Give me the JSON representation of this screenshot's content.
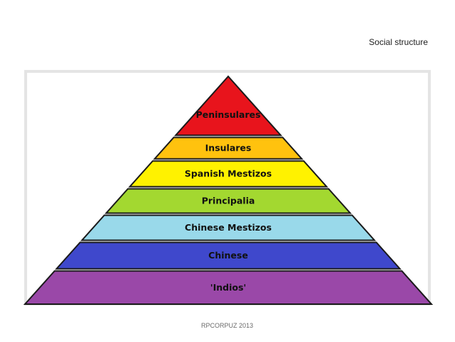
{
  "slide": {
    "title": "Social structure",
    "footer": "RPCORPUZ 2013"
  },
  "pyramid": {
    "tiers": [
      {
        "label": "Peninsulares",
        "color": "#e8141c"
      },
      {
        "label": "Insulares",
        "color": "#ffc20e"
      },
      {
        "label": "Spanish Mestizos",
        "color": "#fff200"
      },
      {
        "label": "Principalia",
        "color": "#a3d830"
      },
      {
        "label": "Chinese Mestizos",
        "color": "#99d9ea"
      },
      {
        "label": "Chinese",
        "color": "#3f48cc"
      },
      {
        "label": "'Indios'",
        "color": "#9a48a8"
      }
    ]
  }
}
